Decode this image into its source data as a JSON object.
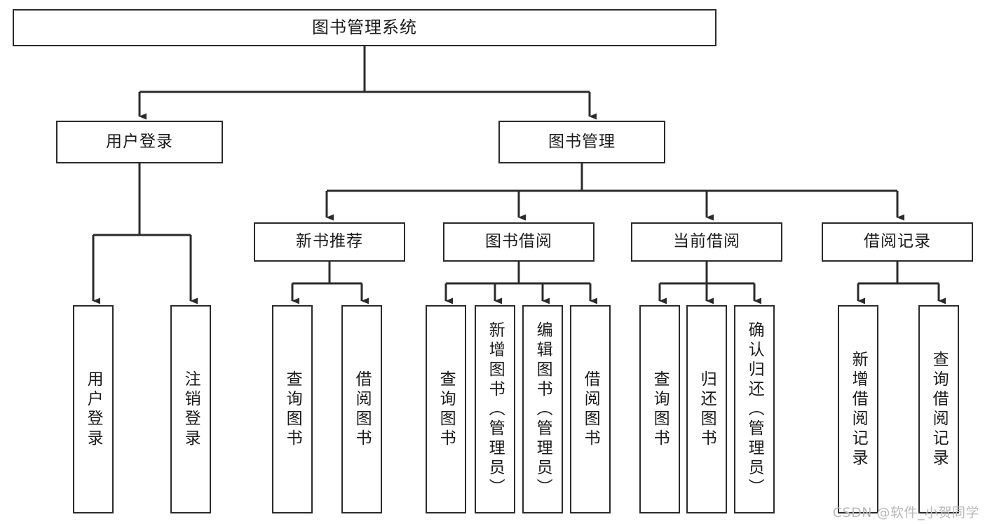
{
  "diagram": {
    "title": "图书管理系统",
    "type": "tree",
    "stroke_color": "#2b2b2b",
    "fill_color": "#ffffff",
    "text_color": "#1b1b1b",
    "watermark": "CSDN @软件_小贺同学",
    "watermark_color": "#b9b9b9"
  },
  "nodes": {
    "root": {
      "label": "图书管理系统",
      "level": 0
    },
    "level1": [
      {
        "id": "user-login",
        "label": "用户登录"
      },
      {
        "id": "book-manage",
        "label": "图书管理"
      }
    ],
    "level2": [
      {
        "id": "new-book-recommend",
        "label": "新书推荐",
        "parent": "book-manage"
      },
      {
        "id": "book-borrow",
        "label": "图书借阅",
        "parent": "book-manage"
      },
      {
        "id": "current-borrow",
        "label": "当前借阅",
        "parent": "book-manage"
      },
      {
        "id": "borrow-record",
        "label": "借阅记录",
        "parent": "book-manage"
      }
    ],
    "leaves": [
      {
        "id": "leaf-user-login",
        "label": "用户登录",
        "parent": "user-login"
      },
      {
        "id": "leaf-logout",
        "label": "注销登录",
        "parent": "user-login"
      },
      {
        "id": "leaf-query-book-rec",
        "label": "查询图书",
        "parent": "new-book-recommend"
      },
      {
        "id": "leaf-borrow-book-rec",
        "label": "借阅图书",
        "parent": "new-book-recommend"
      },
      {
        "id": "leaf-query-book-borrow",
        "label": "查询图书",
        "parent": "book-borrow"
      },
      {
        "id": "leaf-add-book",
        "label": "新增图书（管理员）",
        "parent": "book-borrow"
      },
      {
        "id": "leaf-edit-book",
        "label": "编辑图书（管理员）",
        "parent": "book-borrow"
      },
      {
        "id": "leaf-borrow-book",
        "label": "借阅图书",
        "parent": "book-borrow"
      },
      {
        "id": "leaf-query-book-cur",
        "label": "查询图书",
        "parent": "current-borrow"
      },
      {
        "id": "leaf-return-book",
        "label": "归还图书",
        "parent": "current-borrow"
      },
      {
        "id": "leaf-confirm-return",
        "label": "确认归还（管理员）",
        "parent": "current-borrow"
      },
      {
        "id": "leaf-add-record",
        "label": "新增借阅记录",
        "parent": "borrow-record"
      },
      {
        "id": "leaf-query-record",
        "label": "查询借阅记录",
        "parent": "borrow-record"
      }
    ]
  }
}
